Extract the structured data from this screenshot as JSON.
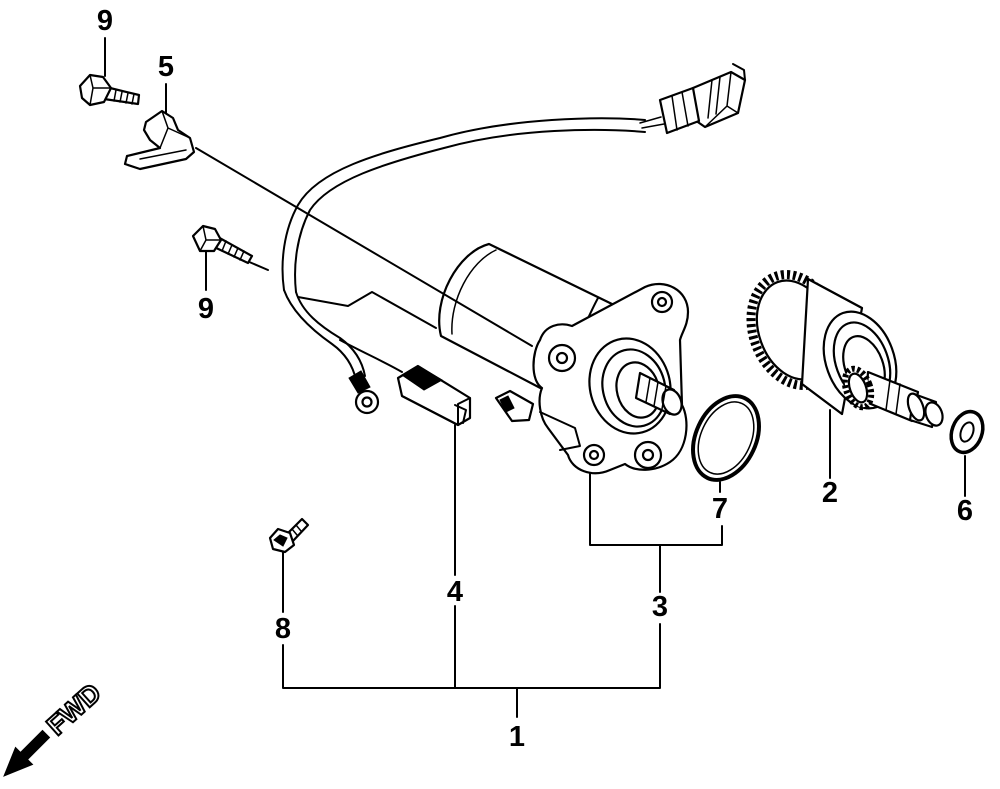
{
  "diagram": {
    "callouts": [
      "9",
      "5",
      "9",
      "4",
      "7",
      "2",
      "6",
      "3",
      "8",
      "1"
    ],
    "direction_label": "FWD"
  },
  "colors": {
    "ink": "#000000",
    "background": "#ffffff"
  }
}
